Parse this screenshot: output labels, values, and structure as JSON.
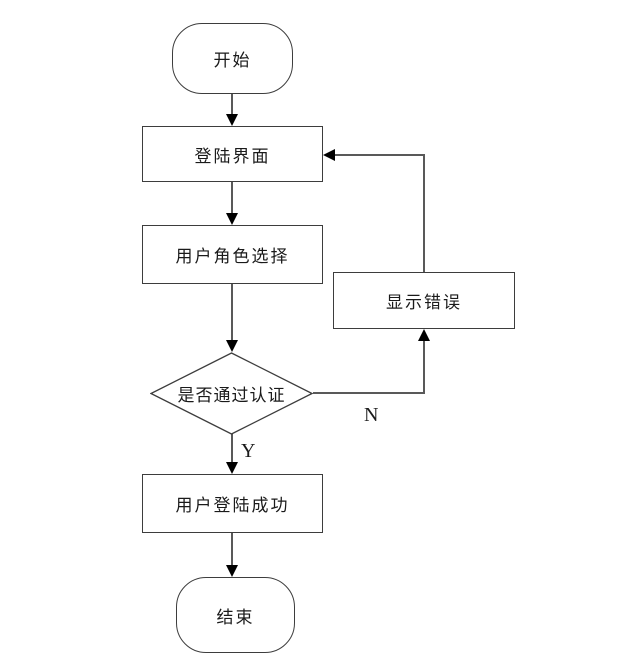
{
  "diagram": {
    "type": "flowchart",
    "background": "#ffffff",
    "nodes": {
      "start": {
        "label": "开始",
        "shape": "terminator"
      },
      "login": {
        "label": "登陆界面",
        "shape": "process"
      },
      "role": {
        "label": "用户角色选择",
        "shape": "process"
      },
      "decision": {
        "label": "是否通过认证",
        "shape": "decision"
      },
      "error": {
        "label": "显示错误",
        "shape": "process"
      },
      "success": {
        "label": "用户登陆成功",
        "shape": "process"
      },
      "end": {
        "label": "结束",
        "shape": "terminator"
      }
    },
    "edges": [
      {
        "from": "start",
        "to": "login",
        "label": ""
      },
      {
        "from": "login",
        "to": "role",
        "label": ""
      },
      {
        "from": "role",
        "to": "decision",
        "label": ""
      },
      {
        "from": "decision",
        "to": "success",
        "label": "Y"
      },
      {
        "from": "decision",
        "to": "error",
        "label": "N"
      },
      {
        "from": "error",
        "to": "login",
        "label": ""
      },
      {
        "from": "success",
        "to": "end",
        "label": ""
      }
    ],
    "edge_labels": {
      "yes": "Y",
      "no": "N"
    },
    "colors": {
      "node_border": "#3d3d3d",
      "connector": "#595959",
      "arrowhead": "#000000",
      "text": "#1a1a1a",
      "node_fill": "#ffffff"
    }
  }
}
